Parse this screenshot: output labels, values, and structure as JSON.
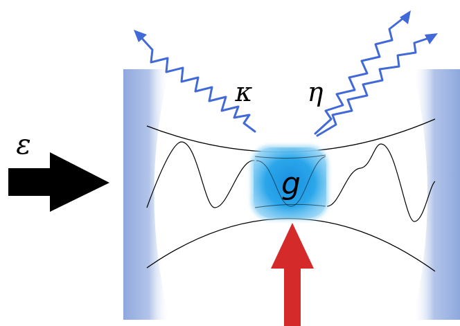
{
  "symbols": {
    "drive": "ε",
    "cavity_decay": "κ",
    "atom_emission": "η",
    "coupling": "g"
  },
  "colors": {
    "mirror": "#8ea8dd",
    "photon_wave": "#4169d8",
    "atom": "#1f9fe6",
    "drive_arrow": "#000000",
    "pump_arrow": "#d42a2a",
    "mode_lines": "#000000"
  }
}
